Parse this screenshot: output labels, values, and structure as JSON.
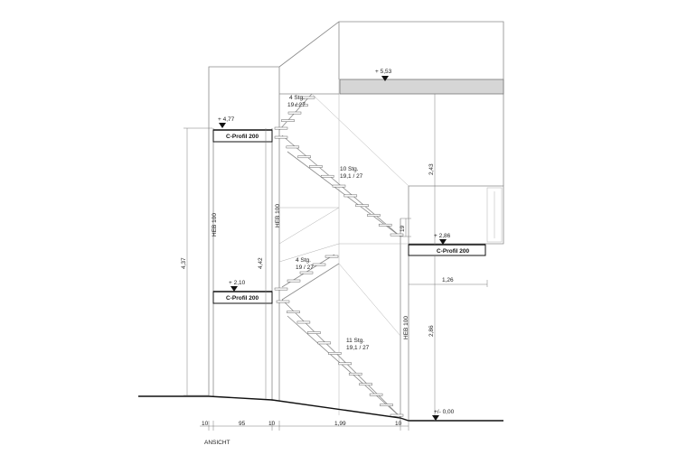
{
  "drawing": {
    "view_label": "ANSICHT",
    "levels": {
      "top": "+ 5,53",
      "upper_landing": "+ 4,77",
      "side_landing": "+ 2,86",
      "mid_landing": "+ 2,10",
      "ground": "+/- 0,00"
    },
    "profiles": {
      "upper": "C-Profil 200",
      "mid": "C-Profil 200",
      "side": "C-Profil 200"
    },
    "columns": {
      "left": "HEB 100",
      "middle": "HEB 100",
      "right": "HEB 100"
    },
    "flights": {
      "top_short_steps": "4 Stg.",
      "top_short_ratio": "19 / 27",
      "upper_long_steps": "10 Stg.",
      "upper_long_ratio": "19,1 / 27",
      "mid_short_steps": "4 Stg.",
      "mid_short_ratio": "19 / 27",
      "lower_long_steps": "11 Stg.",
      "lower_long_ratio": "19,1 / 27"
    },
    "dimensions": {
      "total_height": "4,37",
      "column_height": "4,42",
      "upper_right_height": "2,43",
      "riser": "19",
      "lower_right_height": "2,86",
      "side_width": "1,26",
      "bottom_a": "10",
      "bottom_b": "95",
      "bottom_c": "10",
      "bottom_d": "1,99",
      "bottom_e": "10"
    }
  }
}
